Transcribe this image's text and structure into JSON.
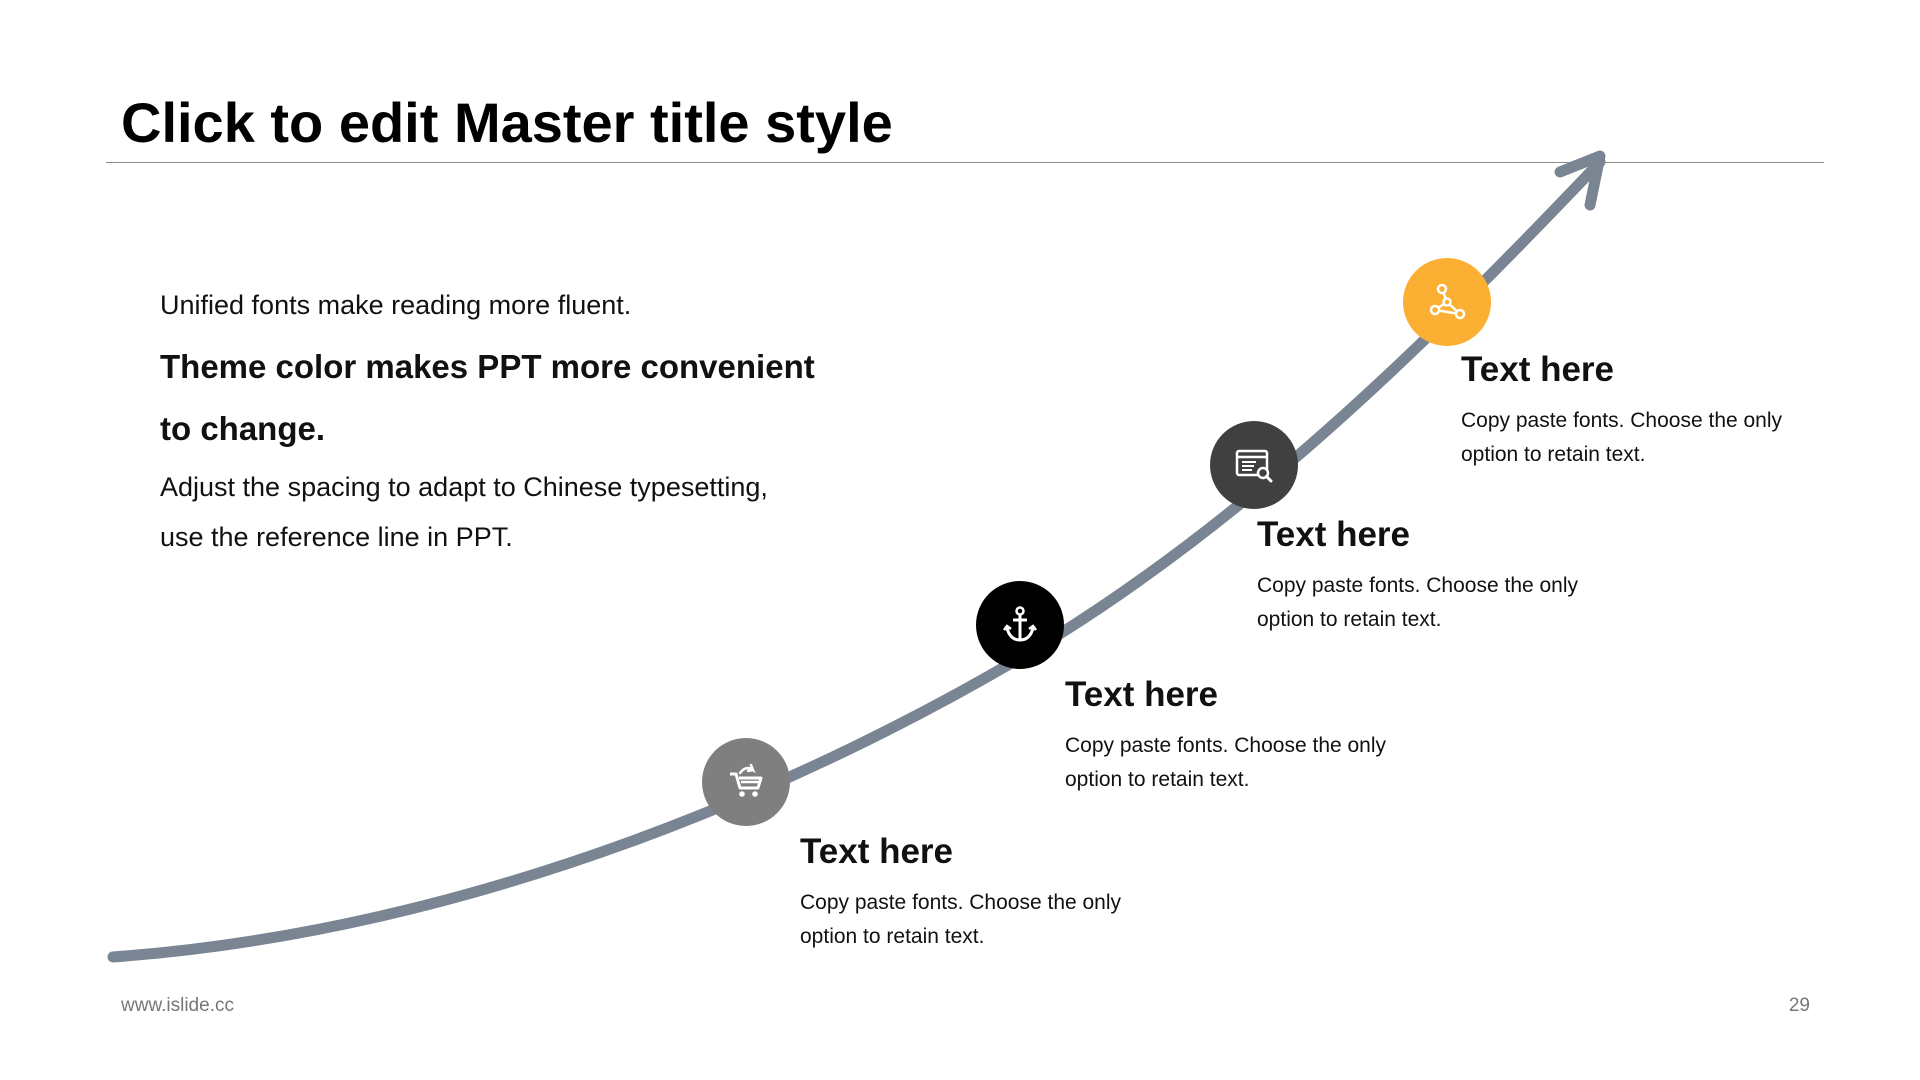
{
  "slide": {
    "title": "Click to edit Master title style",
    "intro": {
      "line1": "Unified fonts make reading more fluent.",
      "line2a": "Theme color makes PPT more convenient",
      "line2b": "to change.",
      "line3a": "Adjust the spacing to adapt to Chinese typesetting,",
      "line3b": "use the reference line in PPT."
    },
    "steps": [
      {
        "heading": "Text here",
        "desc1": "Copy paste fonts. Choose the only",
        "desc2": "option to retain text.",
        "icon": "cart-icon",
        "color": "#7f7f7f"
      },
      {
        "heading": "Text here",
        "desc1": "Copy paste fonts. Choose the only",
        "desc2": "option to retain text.",
        "icon": "anchor-icon",
        "color": "#000000"
      },
      {
        "heading": "Text here",
        "desc1": "Copy paste fonts. Choose the only",
        "desc2": "option to retain text.",
        "icon": "browser-search-icon",
        "color": "#404040"
      },
      {
        "heading": "Text here",
        "desc1": "Copy paste fonts. Choose the only",
        "desc2": "option to retain text.",
        "icon": "share-nodes-icon",
        "color": "#fbb034"
      }
    ],
    "footer": {
      "url": "www.islide.cc",
      "page_number": "29"
    },
    "colors": {
      "curve": "#7a8594",
      "accent": "#fbb034"
    }
  }
}
